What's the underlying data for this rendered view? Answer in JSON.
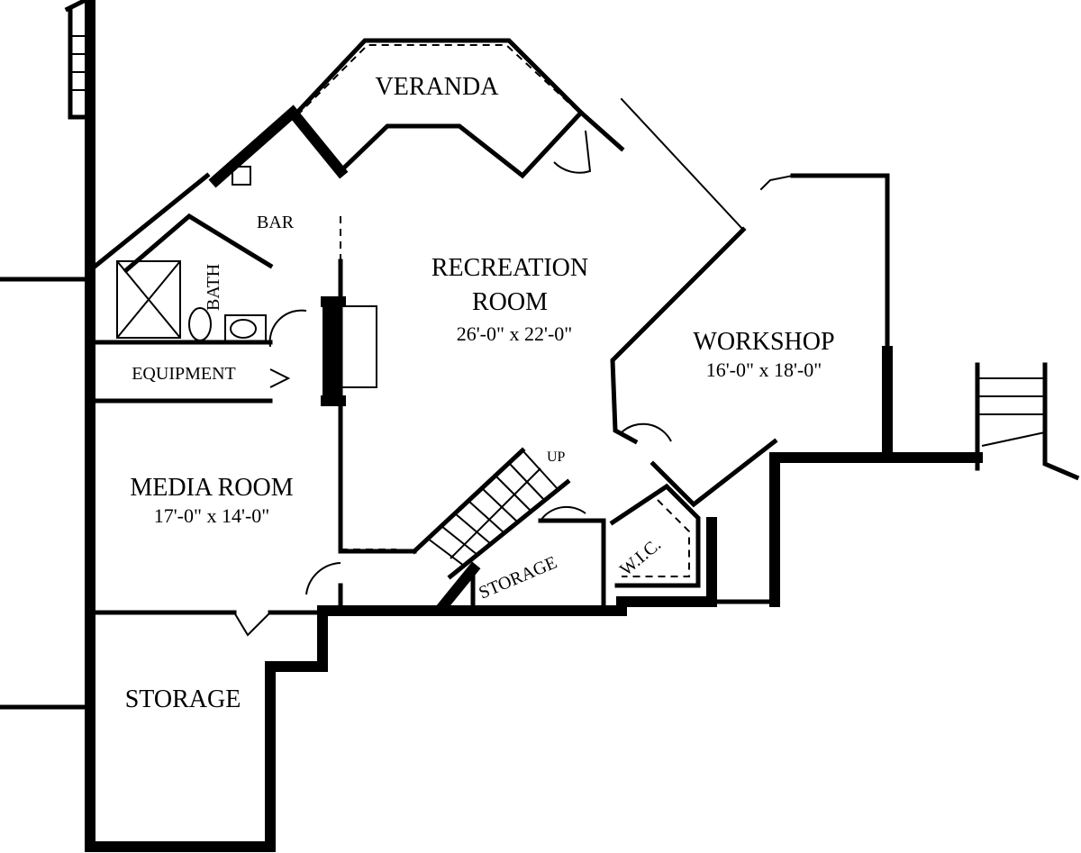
{
  "title": "Basement Floor Plan",
  "rooms": {
    "veranda": {
      "name": "VERANDA"
    },
    "bar": {
      "name": "BAR"
    },
    "bath": {
      "name": "BATH"
    },
    "recreation": {
      "name_line1": "RECREATION",
      "name_line2": "ROOM",
      "size": "26'-0\" x 22'-0\""
    },
    "workshop": {
      "name": "WORKSHOP",
      "size": "16'-0\" x 18'-0\""
    },
    "equipment": {
      "name": "EQUIPMENT"
    },
    "media": {
      "name": "MEDIA ROOM",
      "size": "17'-0\" x 14'-0\""
    },
    "storage_stair": {
      "name": "STORAGE"
    },
    "wic": {
      "name": "W.I.C."
    },
    "storage_bottom": {
      "name": "STORAGE"
    },
    "stair": {
      "label": "UP"
    }
  }
}
